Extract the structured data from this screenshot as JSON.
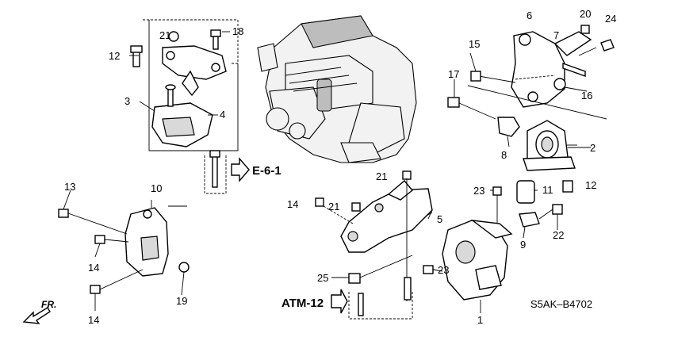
{
  "diagram": {
    "callouts": {
      "c1": "1",
      "c2": "2",
      "c3": "3",
      "c4": "4",
      "c5": "5",
      "c6": "6",
      "c7": "7",
      "c8": "8",
      "c9": "9",
      "c10": "10",
      "c11": "11",
      "c12a": "12",
      "c12b": "12",
      "c13": "13",
      "c14a": "14",
      "c14b": "14",
      "c14c": "14",
      "c15": "15",
      "c16": "16",
      "c17": "17",
      "c18": "18",
      "c19": "19",
      "c20": "20",
      "c21a": "21",
      "c21b": "21",
      "c21c": "21",
      "c22": "22",
      "c23a": "23",
      "c23b": "23",
      "c24": "24",
      "c25": "25"
    },
    "references": {
      "e61": "E-6-1",
      "atm12": "ATM-12"
    },
    "diagram_code": "S5AK–B4702",
    "direction_label": "FR."
  }
}
